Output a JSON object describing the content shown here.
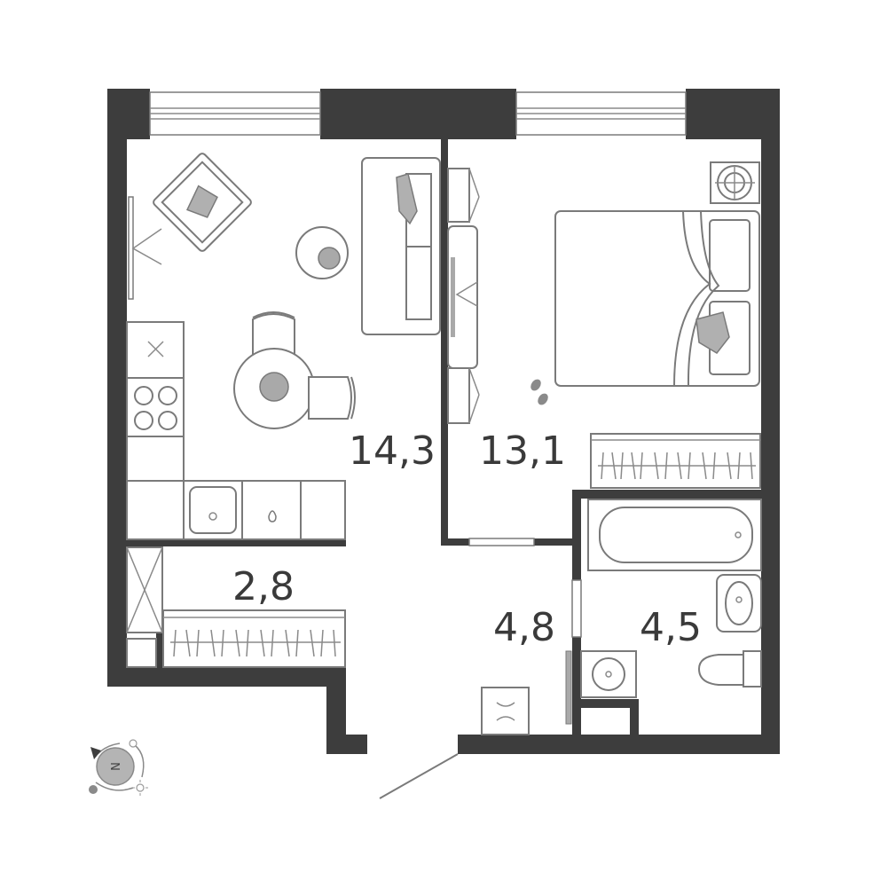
{
  "rooms": {
    "living_kitchen": {
      "area": "14,3"
    },
    "bedroom": {
      "area": "13,1"
    },
    "storage": {
      "area": "2,8"
    },
    "hall": {
      "area": "4,8"
    },
    "bathroom": {
      "area": "4,5"
    }
  },
  "compass": {
    "icon": "compass-icon",
    "letter": "N"
  },
  "colors": {
    "wall": "#3d3d3d",
    "furniture_line": "#7a7a7a",
    "accent_grey": "#a9a9a9"
  }
}
